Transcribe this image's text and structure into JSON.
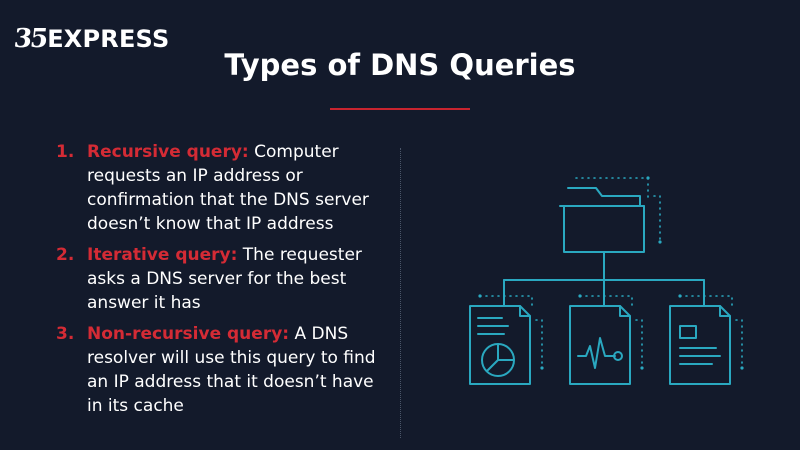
{
  "brand": {
    "mark": "35",
    "name": "EXPRESS"
  },
  "title": "Types of DNS Queries",
  "items": [
    {
      "number": "1.",
      "term": "Recursive query:",
      "text": " Computer requests an IP address or confirmation that the DNS server doesn’t know that IP address"
    },
    {
      "number": "2.",
      "term": "Iterative query:",
      "text": " The requester asks a DNS server for the best answer it has"
    },
    {
      "number": "3.",
      "term": "Non-recursive query:",
      "text": " A DNS resolver will use this query to find an IP address that it doesn’t have in its cache"
    }
  ],
  "colors": {
    "background": "#131a2b",
    "accent": "#d42b35",
    "line": "#2aa8c0",
    "text": "#ffffff"
  },
  "icons": [
    "folder-icon",
    "pie-chart-document-icon",
    "pulse-document-icon",
    "layout-document-icon"
  ]
}
